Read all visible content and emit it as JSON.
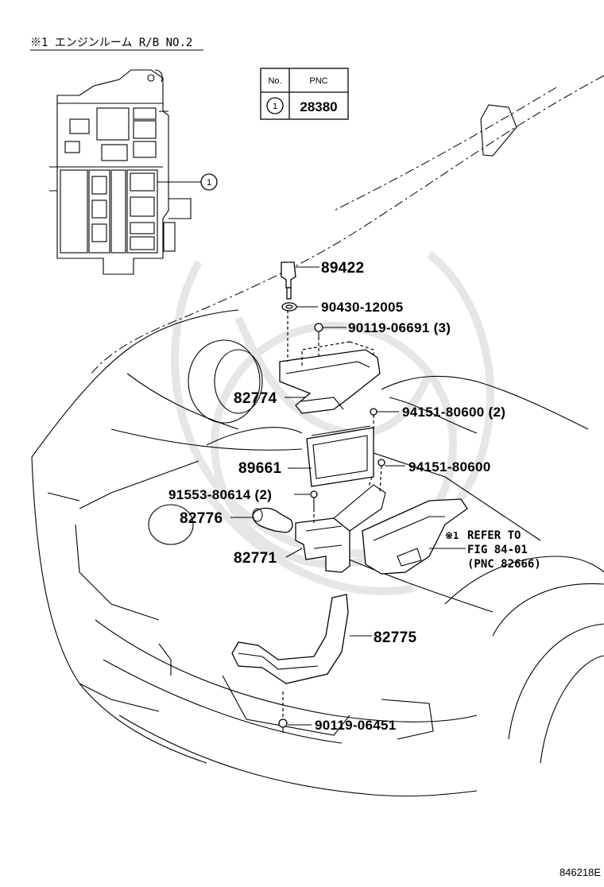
{
  "caption": "※1 エンジンルーム R/B NO.2",
  "table": {
    "header_no": "No.",
    "header_pnc": "PNC",
    "row_no": "1",
    "row_pnc": "28380"
  },
  "callout_fusebox": "1",
  "parts": {
    "p89422": "89422",
    "p90430": "90430-12005",
    "p90119a": "90119-06691 (3)",
    "p82774": "82774",
    "p94151a": "94151-80600 (2)",
    "p89661": "89661",
    "p94151b": "94151-80600",
    "p91553": "91553-80614 (2)",
    "p82776": "82776",
    "p82771": "82771",
    "p82775": "82775",
    "p90119b": "90119-06451"
  },
  "refer": {
    "mark": "※1",
    "line1": "REFER TO",
    "line2": "FIG 84-01",
    "line3": "(PNC 82666)"
  },
  "figure_code": "846218E"
}
